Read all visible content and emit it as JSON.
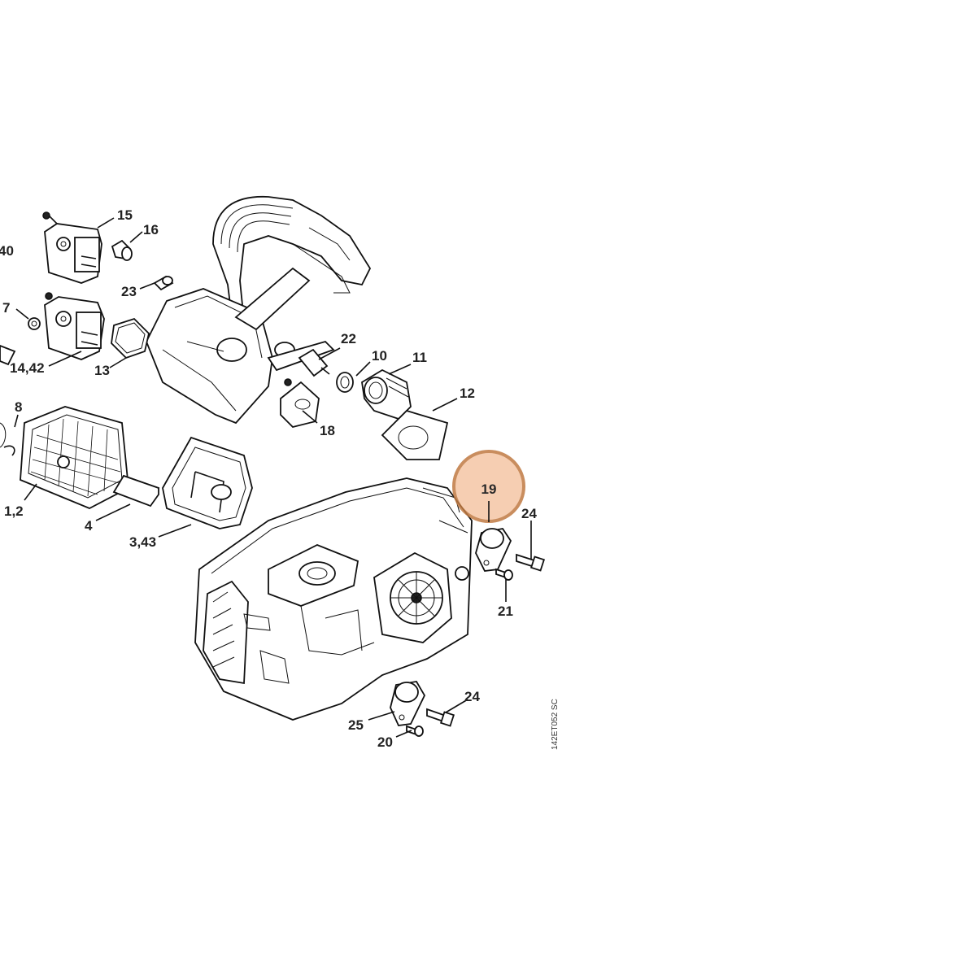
{
  "drawing_code": "142ET052 SC",
  "highlight": {
    "label": "19",
    "fill": "#f5c6a5",
    "stroke": "#c07a42"
  },
  "labels": {
    "p40": "40",
    "p15": "15",
    "p16": "16",
    "p23": "23",
    "p7": "7",
    "p14_42": "14,42",
    "p13": "13",
    "p22": "22",
    "p10": "10",
    "p11": "11",
    "p12": "12",
    "p18": "18",
    "p8": "8",
    "p1_2": "1,2",
    "p4": "4",
    "p3_43": "3,43",
    "p24_top": "24",
    "p21": "21",
    "p24_bottom": "24",
    "p25": "25",
    "p20": "20"
  }
}
